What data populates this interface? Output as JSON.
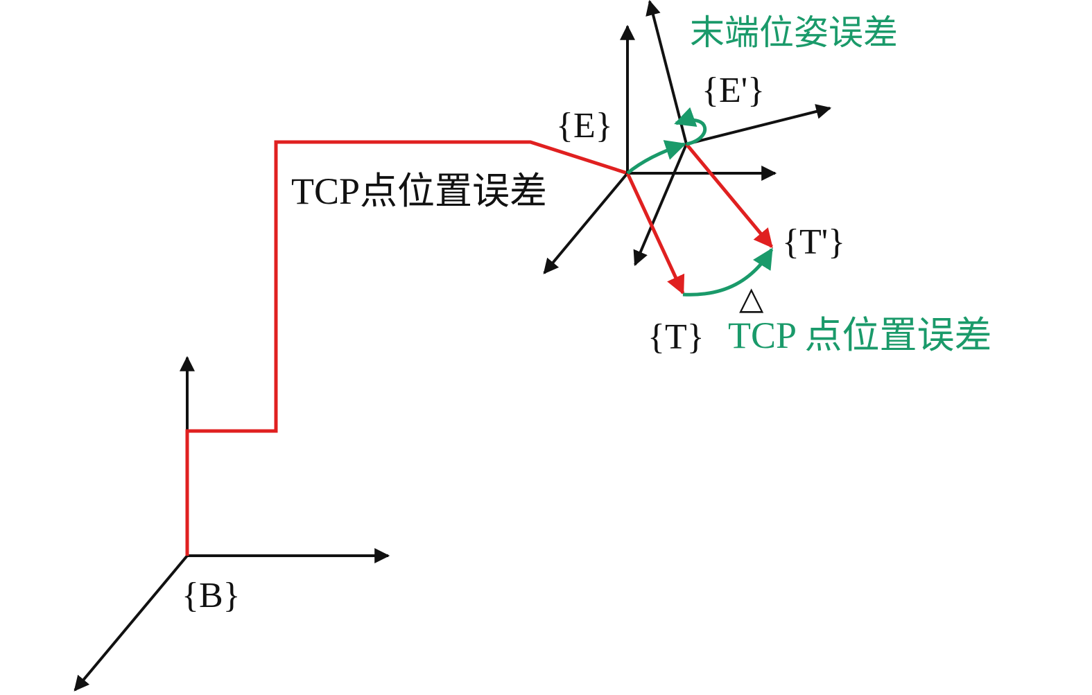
{
  "labels": {
    "frame_base": "{B}",
    "frame_end": "{E}",
    "frame_end_prime": "{E'}",
    "frame_tool": "{T}",
    "frame_tool_prime": "{T'}",
    "tcp_error_black": "TCP点位置误差",
    "end_pose_error": "末端位姿误差",
    "tcp_error_green": "TCP 点位置误差",
    "delta_symbol": "△"
  },
  "colors": {
    "axis": "#111111",
    "kinematic_chain": "#e02020",
    "error_arc": "#1a9a6a",
    "green_text": "#1a9a6a"
  }
}
